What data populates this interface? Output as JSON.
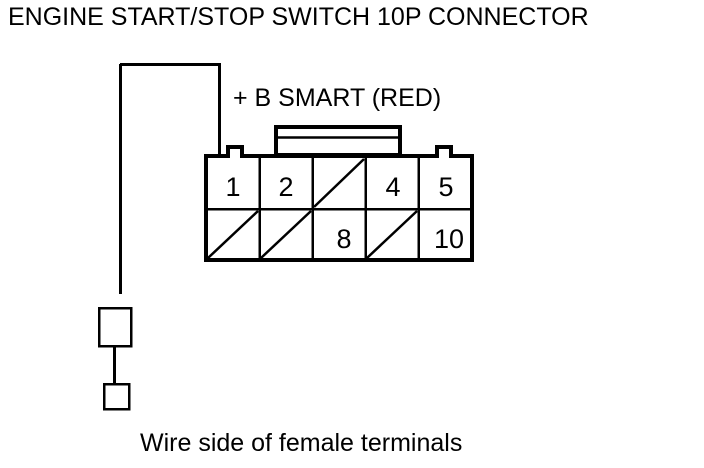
{
  "document": {
    "title": "ENGINE START/STOP SWITCH 10P CONNECTOR",
    "caption": "Wire side of female terminals"
  },
  "wire": {
    "label": "+ B SMART (RED)",
    "color_name": "RED",
    "signal_name": "+ B SMART",
    "connected_pin": "1"
  },
  "connector": {
    "name": "ENGINE START/STOP SWITCH 10P CONNECTOR",
    "pin_count": "10",
    "columns": 5,
    "rows": 2,
    "top_row": [
      {
        "label": "1",
        "occupied": true
      },
      {
        "label": "2",
        "occupied": true
      },
      {
        "label": "",
        "occupied": false
      },
      {
        "label": "4",
        "occupied": true
      },
      {
        "label": "5",
        "occupied": true
      }
    ],
    "bottom_row": [
      {
        "label": "",
        "occupied": false
      },
      {
        "label": "",
        "occupied": false
      },
      {
        "label": "8",
        "occupied": true
      },
      {
        "label": "",
        "occupied": false
      },
      {
        "label": "10",
        "occupied": true
      }
    ]
  },
  "colors": {
    "line": "#000000",
    "background": "#ffffff"
  }
}
